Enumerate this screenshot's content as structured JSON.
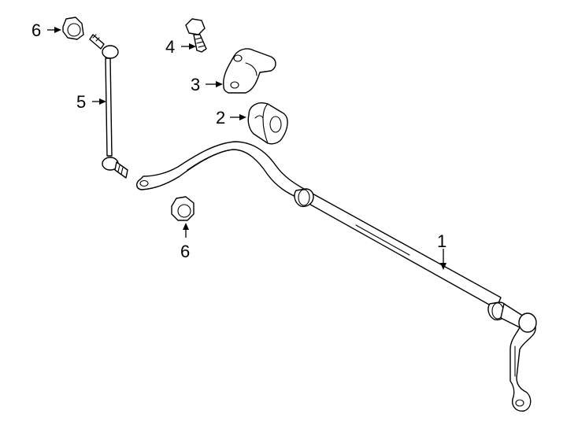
{
  "callouts": {
    "sway_bar": "1",
    "bushing": "2",
    "bracket": "3",
    "bolt": "4",
    "link": "5",
    "nut_upper": "6",
    "nut_lower": "6"
  }
}
